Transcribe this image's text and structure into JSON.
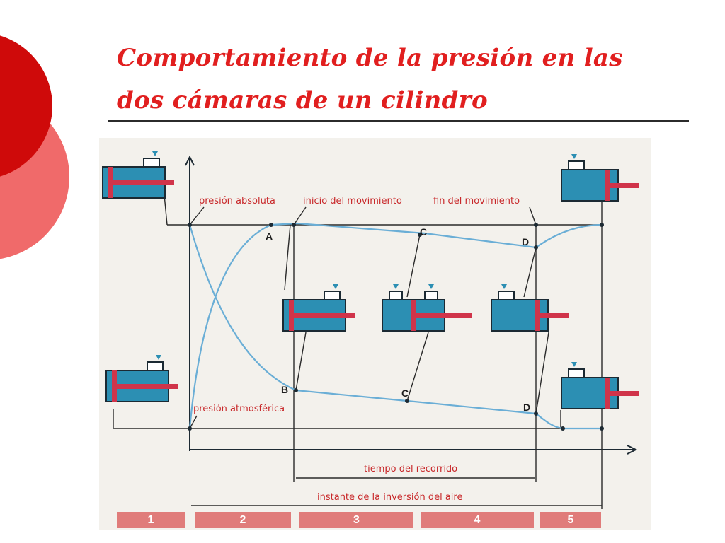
{
  "slide": {
    "title_line1": "Comportamiento de la presión en las",
    "title_line2": "dos cámaras de un cilindro"
  },
  "diagram": {
    "labels": {
      "pressure_absolute": "presión absoluta",
      "start_of_motion": "inicio del movimiento",
      "end_of_motion": "fin del movimiento",
      "atmospheric_pressure": "presión atmosférica",
      "stroke_time": "tiempo del recorrido",
      "air_reversal_instant": "instante de la inversión del aire"
    },
    "points": {
      "a": "A",
      "b": "B",
      "c_upper": "C",
      "c_lower": "C",
      "d_upper": "D",
      "d_lower": "D"
    },
    "phases": [
      "1",
      "2",
      "3",
      "4",
      "5"
    ]
  },
  "colors": {
    "title_red": "#e11f1f",
    "cylinder_blue": "#2c8fb3",
    "piston_red": "#d0344a",
    "curve_blue": "#6aaed6",
    "phase_bar": "#e07c7a"
  }
}
